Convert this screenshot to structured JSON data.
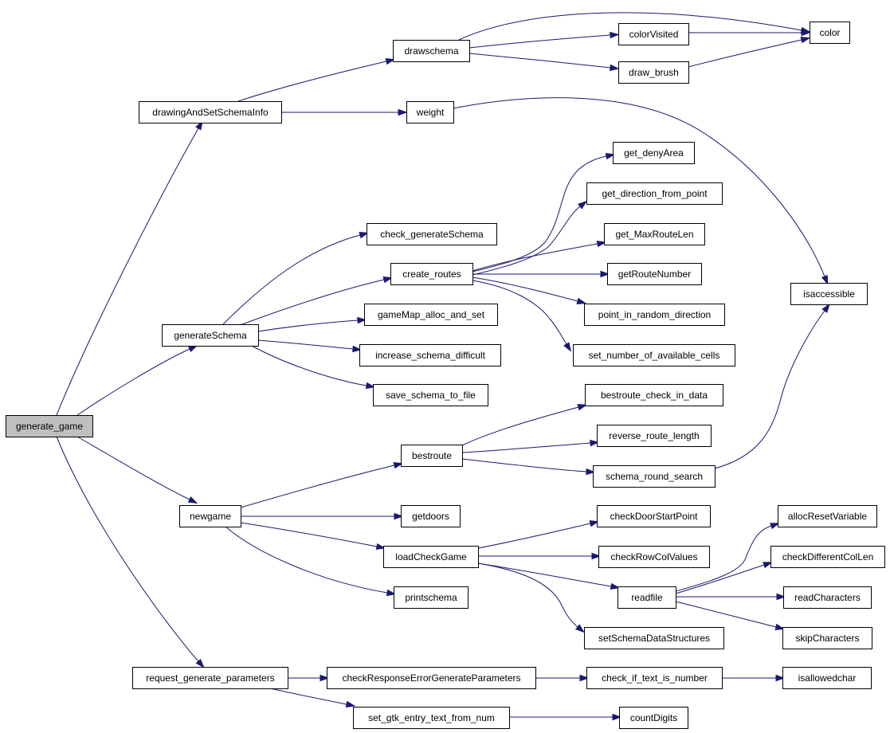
{
  "graph": {
    "root": "generate_game",
    "colors": {
      "edge": "#191970",
      "root_fill": "#bfbfbf",
      "node_fill": "#ffffff",
      "node_border": "#000000"
    },
    "nodes": [
      {
        "id": "generate_game",
        "label": "generate_game"
      },
      {
        "id": "drawingAndSetSchemaInfo",
        "label": "drawingAndSetSchemaInfo"
      },
      {
        "id": "drawschema",
        "label": "drawschema"
      },
      {
        "id": "colorVisited",
        "label": "colorVisited"
      },
      {
        "id": "draw_brush",
        "label": "draw_brush"
      },
      {
        "id": "color",
        "label": "color"
      },
      {
        "id": "weight",
        "label": "weight"
      },
      {
        "id": "isaccessible",
        "label": "isaccessible"
      },
      {
        "id": "generateSchema",
        "label": "generateSchema"
      },
      {
        "id": "check_generateSchema",
        "label": "check_generateSchema"
      },
      {
        "id": "create_routes",
        "label": "create_routes"
      },
      {
        "id": "gameMap_alloc_and_set",
        "label": "gameMap_alloc_and_set"
      },
      {
        "id": "increase_schema_difficult",
        "label": "increase_schema_difficult"
      },
      {
        "id": "save_schema_to_file",
        "label": "save_schema_to_file"
      },
      {
        "id": "get_denyArea",
        "label": "get_denyArea"
      },
      {
        "id": "get_direction_from_point",
        "label": "get_direction_from_point"
      },
      {
        "id": "get_MaxRouteLen",
        "label": "get_MaxRouteLen"
      },
      {
        "id": "getRouteNumber",
        "label": "getRouteNumber"
      },
      {
        "id": "point_in_random_direction",
        "label": "point_in_random_direction"
      },
      {
        "id": "set_number_of_available_cells",
        "label": "set_number_of_available_cells"
      },
      {
        "id": "newgame",
        "label": "newgame"
      },
      {
        "id": "bestroute",
        "label": "bestroute"
      },
      {
        "id": "bestroute_check_in_data",
        "label": "bestroute_check_in_data"
      },
      {
        "id": "reverse_route_length",
        "label": "reverse_route_length"
      },
      {
        "id": "schema_round_search",
        "label": "schema_round_search"
      },
      {
        "id": "getdoors",
        "label": "getdoors"
      },
      {
        "id": "loadCheckGame",
        "label": "loadCheckGame"
      },
      {
        "id": "printschema",
        "label": "printschema"
      },
      {
        "id": "checkDoorStartPoint",
        "label": "checkDoorStartPoint"
      },
      {
        "id": "checkRowColValues",
        "label": "checkRowColValues"
      },
      {
        "id": "readfile",
        "label": "readfile"
      },
      {
        "id": "setSchemaDataStructures",
        "label": "setSchemaDataStructures"
      },
      {
        "id": "allocResetVariable",
        "label": "allocResetVariable"
      },
      {
        "id": "checkDifferentColLen",
        "label": "checkDifferentColLen"
      },
      {
        "id": "readCharacters",
        "label": "readCharacters"
      },
      {
        "id": "skipCharacters",
        "label": "skipCharacters"
      },
      {
        "id": "request_generate_parameters",
        "label": "request_generate_parameters"
      },
      {
        "id": "checkResponseErrorGenerateParameters",
        "label": "checkResponseErrorGenerateParameters"
      },
      {
        "id": "check_if_text_is_number",
        "label": "check_if_text_is_number"
      },
      {
        "id": "isallowedchar",
        "label": "isallowedchar"
      },
      {
        "id": "set_gtk_entry_text_from_num",
        "label": "set_gtk_entry_text_from_num"
      },
      {
        "id": "countDigits",
        "label": "countDigits"
      }
    ],
    "edges": [
      {
        "from": "generate_game",
        "to": "drawingAndSetSchemaInfo"
      },
      {
        "from": "generate_game",
        "to": "generateSchema"
      },
      {
        "from": "generate_game",
        "to": "newgame"
      },
      {
        "from": "generate_game",
        "to": "request_generate_parameters"
      },
      {
        "from": "drawingAndSetSchemaInfo",
        "to": "drawschema"
      },
      {
        "from": "drawingAndSetSchemaInfo",
        "to": "weight"
      },
      {
        "from": "drawschema",
        "to": "color"
      },
      {
        "from": "drawschema",
        "to": "colorVisited"
      },
      {
        "from": "drawschema",
        "to": "draw_brush"
      },
      {
        "from": "colorVisited",
        "to": "color"
      },
      {
        "from": "draw_brush",
        "to": "color"
      },
      {
        "from": "weight",
        "to": "isaccessible"
      },
      {
        "from": "generateSchema",
        "to": "check_generateSchema"
      },
      {
        "from": "generateSchema",
        "to": "create_routes"
      },
      {
        "from": "generateSchema",
        "to": "gameMap_alloc_and_set"
      },
      {
        "from": "generateSchema",
        "to": "increase_schema_difficult"
      },
      {
        "from": "generateSchema",
        "to": "save_schema_to_file"
      },
      {
        "from": "create_routes",
        "to": "get_denyArea"
      },
      {
        "from": "create_routes",
        "to": "get_direction_from_point"
      },
      {
        "from": "create_routes",
        "to": "get_MaxRouteLen"
      },
      {
        "from": "create_routes",
        "to": "getRouteNumber"
      },
      {
        "from": "create_routes",
        "to": "point_in_random_direction"
      },
      {
        "from": "create_routes",
        "to": "set_number_of_available_cells"
      },
      {
        "from": "newgame",
        "to": "bestroute"
      },
      {
        "from": "newgame",
        "to": "getdoors"
      },
      {
        "from": "newgame",
        "to": "loadCheckGame"
      },
      {
        "from": "newgame",
        "to": "printschema"
      },
      {
        "from": "bestroute",
        "to": "bestroute_check_in_data"
      },
      {
        "from": "bestroute",
        "to": "reverse_route_length"
      },
      {
        "from": "bestroute",
        "to": "schema_round_search"
      },
      {
        "from": "schema_round_search",
        "to": "isaccessible"
      },
      {
        "from": "loadCheckGame",
        "to": "checkDoorStartPoint"
      },
      {
        "from": "loadCheckGame",
        "to": "checkRowColValues"
      },
      {
        "from": "loadCheckGame",
        "to": "readfile"
      },
      {
        "from": "loadCheckGame",
        "to": "setSchemaDataStructures"
      },
      {
        "from": "readfile",
        "to": "allocResetVariable"
      },
      {
        "from": "readfile",
        "to": "checkDifferentColLen"
      },
      {
        "from": "readfile",
        "to": "readCharacters"
      },
      {
        "from": "readfile",
        "to": "skipCharacters"
      },
      {
        "from": "request_generate_parameters",
        "to": "checkResponseErrorGenerateParameters"
      },
      {
        "from": "request_generate_parameters",
        "to": "set_gtk_entry_text_from_num"
      },
      {
        "from": "checkResponseErrorGenerateParameters",
        "to": "check_if_text_is_number"
      },
      {
        "from": "check_if_text_is_number",
        "to": "isallowedchar"
      },
      {
        "from": "set_gtk_entry_text_from_num",
        "to": "countDigits"
      }
    ]
  }
}
